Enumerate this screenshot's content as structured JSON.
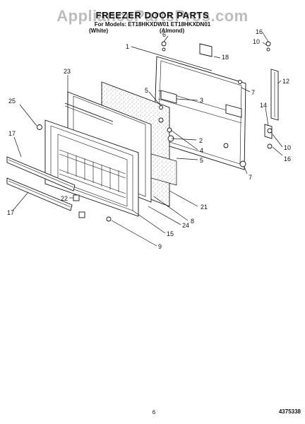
{
  "header": {
    "watermark": "AppliancePartsPros.com",
    "title": "FREEZER DOOR PARTS",
    "subtitle": "For Models: ET18HKXDW01 ET18HKXDN01",
    "variant_left": "(White)",
    "variant_right": "(Almond)"
  },
  "callouts": [
    "1",
    "2",
    "3",
    "4",
    "5",
    "5",
    "6",
    "7",
    "7",
    "8",
    "9",
    "10",
    "10",
    "12",
    "14",
    "15",
    "16",
    "16",
    "17",
    "17",
    "18",
    "21",
    "22",
    "23",
    "24",
    "25"
  ],
  "footer": {
    "page_number": "6",
    "doc_number": "4375338"
  }
}
